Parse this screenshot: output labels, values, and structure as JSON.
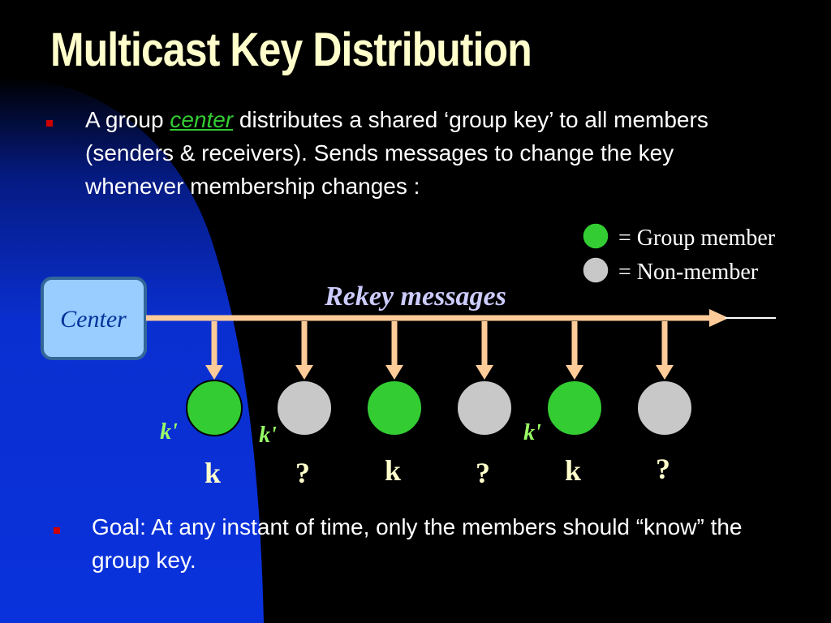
{
  "slide": {
    "title": "Multicast Key Distribution"
  },
  "bullets": {
    "first": {
      "pre": "A group ",
      "highlight": "center",
      "post": " distributes a shared ‘group key’ to all members (senders & receivers). Sends messages to change the key whenever membership changes :"
    },
    "second": "Goal: At any instant of time, only the members should “know” the group key."
  },
  "diagram": {
    "center_label": "Center",
    "arrow_label": "Rekey messages",
    "legend": {
      "member": "= Group member",
      "non_member": "= Non-member"
    },
    "nodes": [
      {
        "member": true,
        "key": "k"
      },
      {
        "member": false,
        "key": "?"
      },
      {
        "member": true,
        "key": "k"
      },
      {
        "member": false,
        "key": "?"
      },
      {
        "member": true,
        "key": "k"
      },
      {
        "member": false,
        "key": "?"
      }
    ],
    "new_key_labels": [
      "k'",
      "k'",
      "k'"
    ]
  },
  "colors": {
    "background": "#000000",
    "swoosh": "#0a2fd0",
    "title": "#ffffcc",
    "bullet_mark": "#cc0000",
    "highlight": "#33cc33",
    "member_fill": "#33cc33",
    "non_member_fill": "#c8c8c8",
    "arrow": "#ffcc99",
    "center_box": "#99ccff",
    "rekey_text": "#ccccff",
    "key_text": "#ffffcc",
    "new_key_text": "#99ff66"
  }
}
